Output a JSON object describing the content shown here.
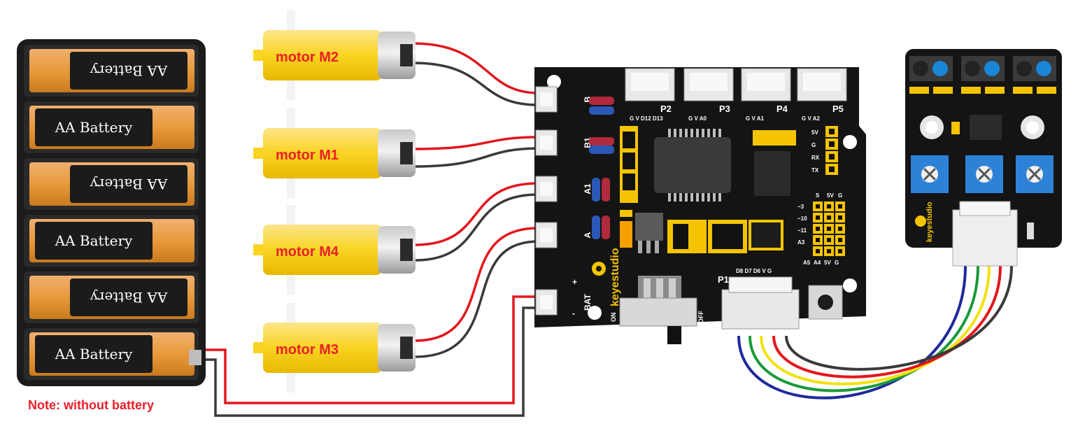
{
  "batteries": [
    {
      "label": "AA Battery",
      "flipped": true
    },
    {
      "label": "AA Battery",
      "flipped": false
    },
    {
      "label": "AA Battery",
      "flipped": true
    },
    {
      "label": "AA Battery",
      "flipped": false
    },
    {
      "label": "AA Battery",
      "flipped": true
    },
    {
      "label": "AA Battery",
      "flipped": false
    }
  ],
  "battery_note": "Note: without battery",
  "motors": [
    {
      "label": "motor M2"
    },
    {
      "label": "motor M1"
    },
    {
      "label": "motor M4"
    },
    {
      "label": "motor M3"
    }
  ],
  "shield": {
    "brand": "keyestudio",
    "motor_ports": [
      "B",
      "B1",
      "A1",
      "A",
      "BAT"
    ],
    "bat_plus": "+",
    "bat_minus": "-",
    "switch_on": "ON",
    "switch_off": "OFF",
    "headers": [
      {
        "name": "P2",
        "pins": "G V D12 D13"
      },
      {
        "name": "P3",
        "pins": "G V A0"
      },
      {
        "name": "P4",
        "pins": "G V A1"
      },
      {
        "name": "P5",
        "pins": "G V A2"
      }
    ],
    "p1": {
      "name": "P1",
      "pins": "D8 D7 D6  V  G"
    },
    "serial_pins": [
      "5V",
      "G",
      "RX",
      "TX"
    ],
    "io_top": [
      "S",
      "5V",
      "G"
    ],
    "io_left": [
      "~3",
      "~10",
      "~11",
      "A3"
    ],
    "io_bottom": [
      "A5",
      "A4",
      "5V",
      "G"
    ]
  },
  "sensor": {
    "brand": "keyestudio"
  },
  "colors": {
    "wire_red": "#e3161d",
    "wire_black": "#3a3a3a",
    "wire_blue": "#1f2a9c",
    "wire_green": "#1a9a3a",
    "wire_yellow": "#f2e10d",
    "motor_yellow": "#f9d423",
    "label_red": "#e8202a",
    "board": "#141414",
    "pin_gold": "#f5c400"
  }
}
